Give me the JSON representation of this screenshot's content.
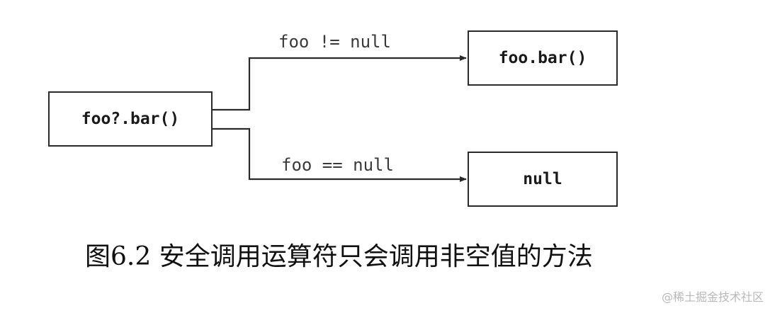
{
  "diagram": {
    "nodes": {
      "source": {
        "text": "foo?.bar()"
      },
      "when_not_null": {
        "text": "foo.bar()"
      },
      "when_null": {
        "text": "null"
      }
    },
    "edges": {
      "not_null": {
        "label": "foo != null"
      },
      "null": {
        "label": "foo == null"
      }
    }
  },
  "caption": "图6.2 安全调用运算符只会调用非空值的方法",
  "watermark": "@稀土掘金技术社区",
  "colors": {
    "line": "#2a2a2a",
    "text": "#1a1a1a",
    "watermark": "#b8b8b8"
  }
}
